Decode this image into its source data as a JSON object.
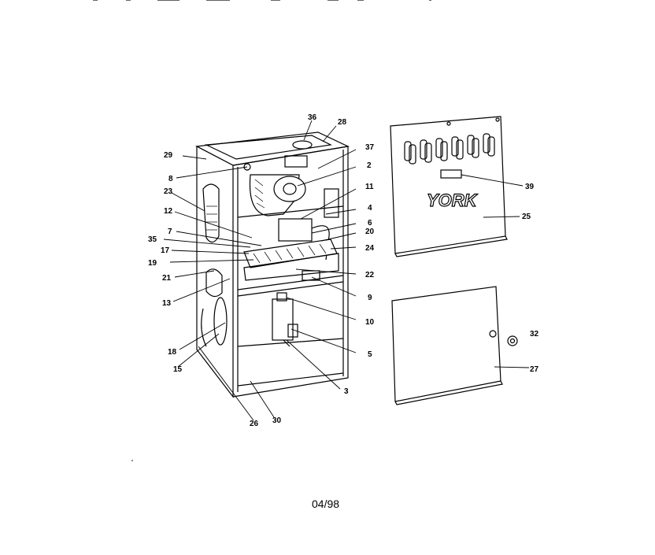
{
  "brand": "YORK",
  "date_code": "04/98",
  "callouts": {
    "c36": "36",
    "c28": "28",
    "c37": "37",
    "c29": "29",
    "c8": "8",
    "c2": "2",
    "c23": "23",
    "c11": "11",
    "c12": "12",
    "c4": "4",
    "c6": "6",
    "c7": "7",
    "c20": "20",
    "c35": "35",
    "c17": "17",
    "c24": "24",
    "c19": "19",
    "c22": "22",
    "c21": "21",
    "c9": "9",
    "c13": "13",
    "c10": "10",
    "c18": "18",
    "c5": "5",
    "c15": "15",
    "c3": "3",
    "c26": "26",
    "c30": "30",
    "c39": "39",
    "c25": "25",
    "c32": "32",
    "c27": "27"
  }
}
